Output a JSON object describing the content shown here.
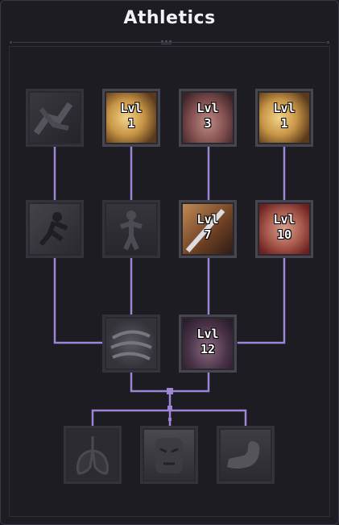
{
  "panel": {
    "title": "Athletics"
  },
  "colors": {
    "link": "#9e86d6",
    "background": "#1d1c22",
    "border_active": "#47454f",
    "border_locked": "#34333b"
  },
  "skills": [
    {
      "icon": "running-legs-icon",
      "state": "locked",
      "level_label": "",
      "level_value": ""
    },
    {
      "icon": "wind-slash-icon",
      "state": "unlocked",
      "level_label": "Lvl",
      "level_value": "1"
    },
    {
      "icon": "muscular-back-icon",
      "state": "unlocked",
      "level_label": "Lvl",
      "level_value": "3"
    },
    {
      "icon": "wind-slash-icon",
      "state": "unlocked",
      "level_label": "Lvl",
      "level_value": "1"
    },
    {
      "icon": "sprinter-icon",
      "state": "locked",
      "level_label": "",
      "level_value": ""
    },
    {
      "icon": "standing-figure-icon",
      "state": "locked",
      "level_label": "",
      "level_value": ""
    },
    {
      "icon": "sword-strike-icon",
      "state": "unlocked",
      "level_label": "Lvl",
      "level_value": "7"
    },
    {
      "icon": "bloody-rage-icon",
      "state": "unlocked",
      "level_label": "Lvl",
      "level_value": "10"
    },
    {
      "icon": "whirlwind-icon",
      "state": "locked",
      "level_label": "",
      "level_value": ""
    },
    {
      "icon": "dark-aura-icon",
      "state": "unlocked",
      "level_label": "Lvl",
      "level_value": "12"
    },
    {
      "icon": "lungs-icon",
      "state": "locked",
      "level_label": "",
      "level_value": ""
    },
    {
      "icon": "angry-face-icon",
      "state": "locked",
      "level_label": "",
      "level_value": ""
    },
    {
      "icon": "flexed-arm-icon",
      "state": "locked",
      "level_label": "",
      "level_value": ""
    }
  ]
}
